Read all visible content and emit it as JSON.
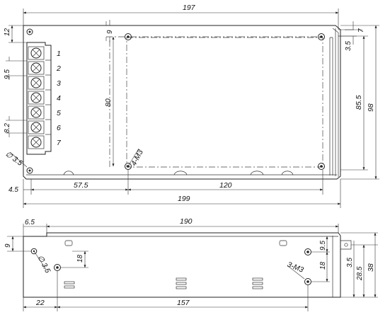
{
  "top_view": {
    "width_197": "197",
    "width_199": "199",
    "height_98": "98",
    "height_85_5": "85.5",
    "dim_12": "12",
    "dim_9": "9",
    "dim_7": "7",
    "dim_3_5": "3.5",
    "dim_80": "80",
    "dim_9_5": "9.5",
    "dim_8_2": "8.2",
    "dim_4_5": "4.5",
    "dim_57_5": "57.5",
    "dim_120": "120",
    "hole_dia": "∅ 3.5",
    "screw_label": "4-M3",
    "terminals": [
      "1",
      "2",
      "3",
      "4",
      "5",
      "6",
      "7"
    ]
  },
  "side_view": {
    "width_190": "190",
    "dim_6_5": "6.5",
    "dim_9": "9",
    "dim_18_left": "18",
    "hole_dia": "∅ 3.5",
    "dim_9_5": "9.5",
    "dim_18_right": "18",
    "dim_3_5": "3.5",
    "dim_28_5": "28.5",
    "dim_38": "38",
    "screw_label": "3-M3",
    "dim_22": "22",
    "dim_157": "157"
  }
}
